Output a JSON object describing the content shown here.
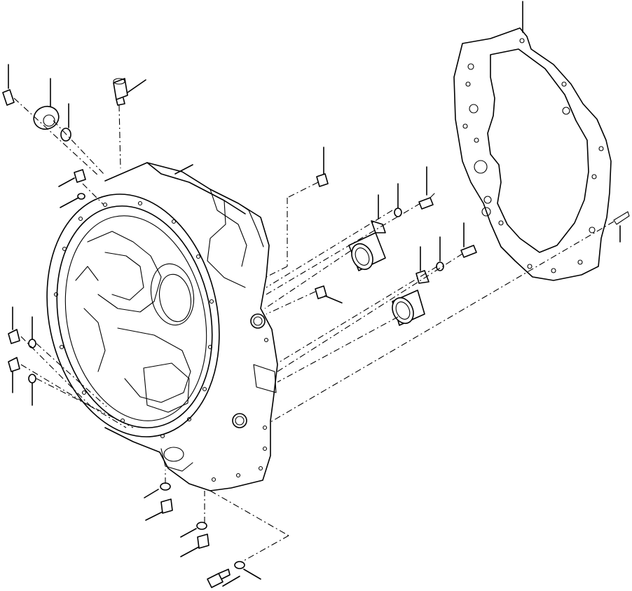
{
  "diagram": {
    "type": "exploded-parts-view",
    "parts": [
      "transmission-housing",
      "gasket",
      "bushings",
      "bolts",
      "washers",
      "plugs",
      "dowel-pin",
      "cover-plate"
    ],
    "line_color": "#000000",
    "background": "#ffffff"
  }
}
